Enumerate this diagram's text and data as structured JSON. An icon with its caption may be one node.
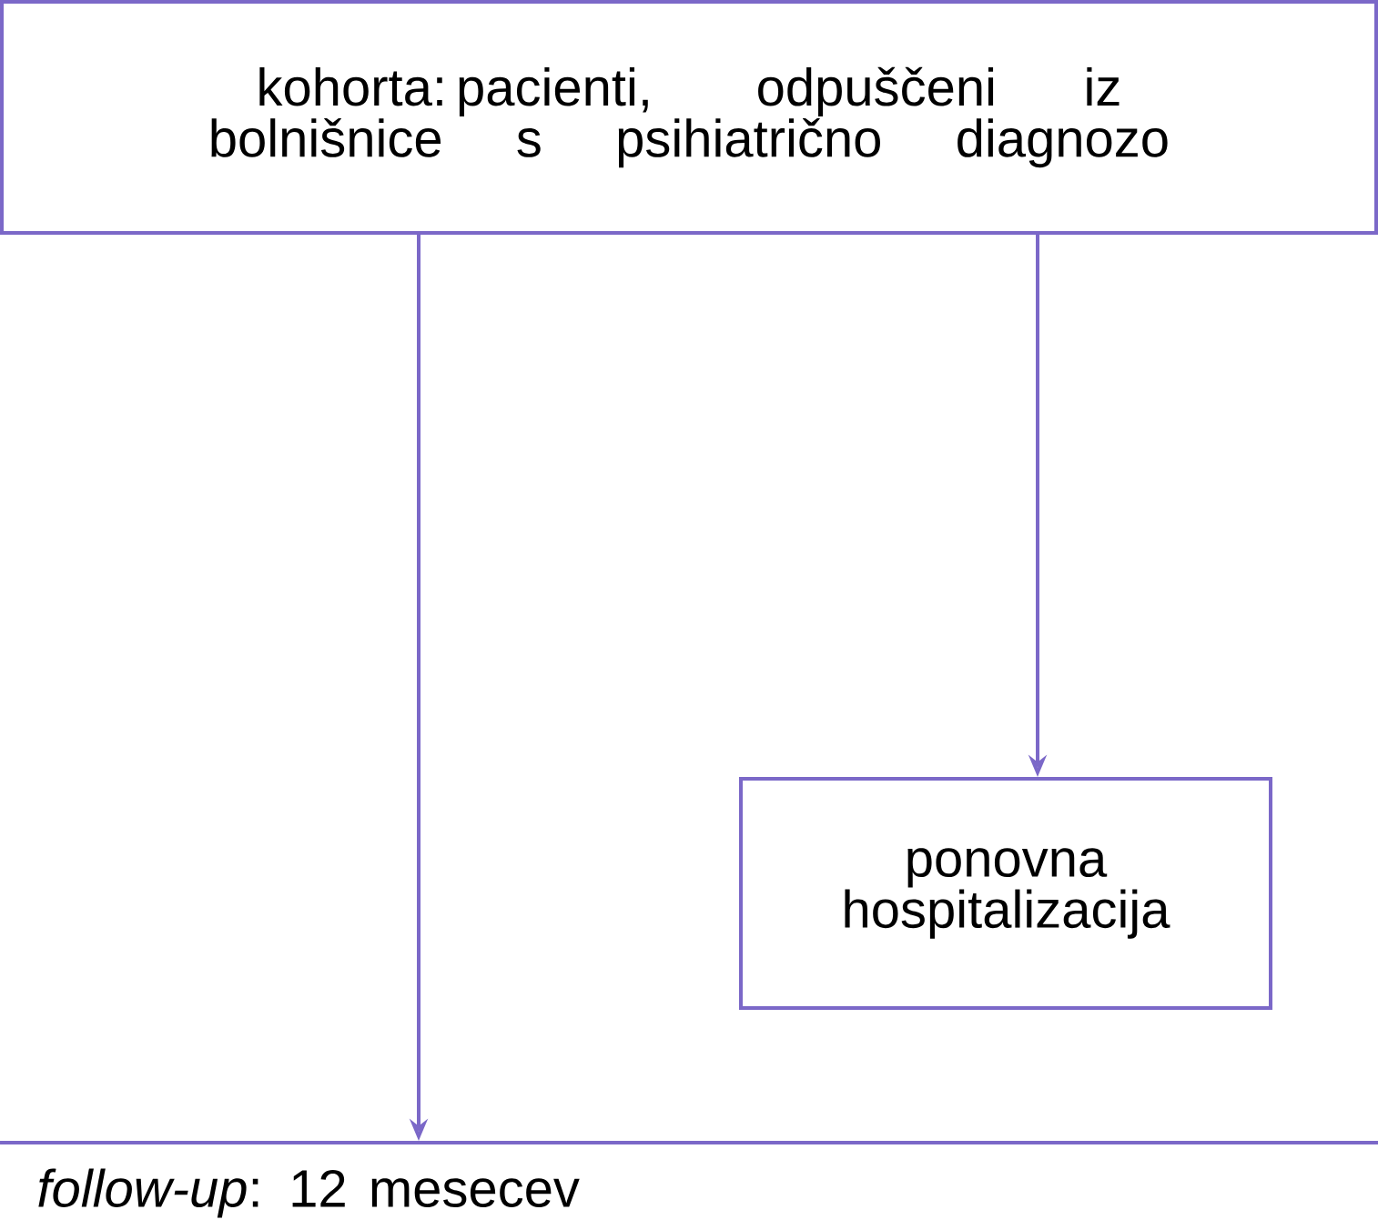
{
  "diagram": {
    "nodes": [
      {
        "text": [
          "kohorta: pacienti, odpuščeni iz bolnišnice s psihiatrično diagnozo"
        ]
      },
      {
        "text": [
          "ponovna hospitalizacija"
        ]
      },
      {
        "text": [
          "*follow-up*: 12 mesecev"
        ]
      }
    ],
    "edges": [
      {
        "from": 0,
        "to": 2,
        "arrow": "to"
      },
      {
        "from": 0,
        "to": 1,
        "arrow": "to"
      }
    ]
  }
}
